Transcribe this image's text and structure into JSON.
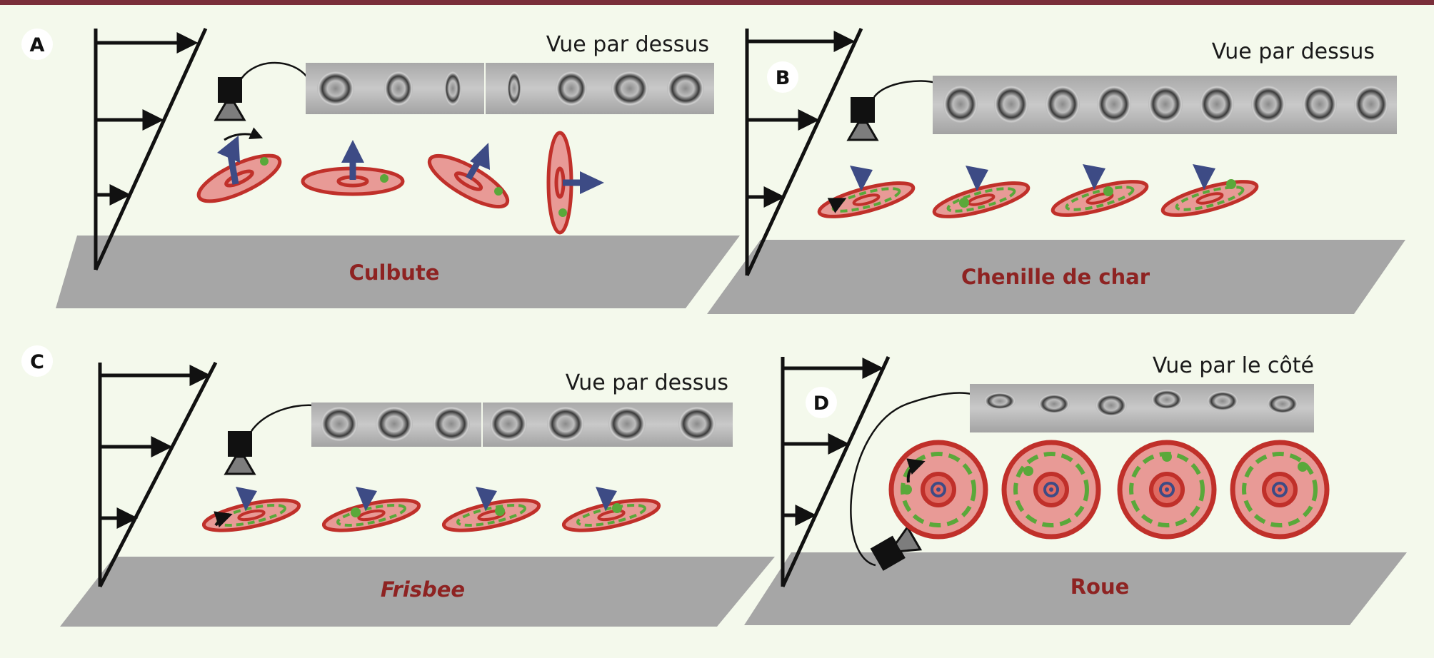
{
  "panels": [
    {
      "letter": "A",
      "view": "Vue par dessus",
      "mode": "Culbute"
    },
    {
      "letter": "B",
      "view": "Vue par dessus",
      "mode": "Chenille de char"
    },
    {
      "letter": "C",
      "view": "Vue par dessus",
      "mode": "Frisbee"
    },
    {
      "letter": "D",
      "view": "Vue par le côté",
      "mode": "Roue"
    }
  ],
  "colors": {
    "header": "#7a2f3a",
    "background": "#f4f9ec",
    "floor": "#a6a6a6",
    "cell_fill": "#e89a96",
    "cell_edge": "#c0302a",
    "arrow": "#3d4b85",
    "marker": "#5aa83a",
    "label": "#8e2322"
  },
  "icons": [
    "camera-icon",
    "shear-flow-profile",
    "red-blood-cell-icon",
    "orientation-arrow-icon",
    "rotation-arrow-icon"
  ]
}
